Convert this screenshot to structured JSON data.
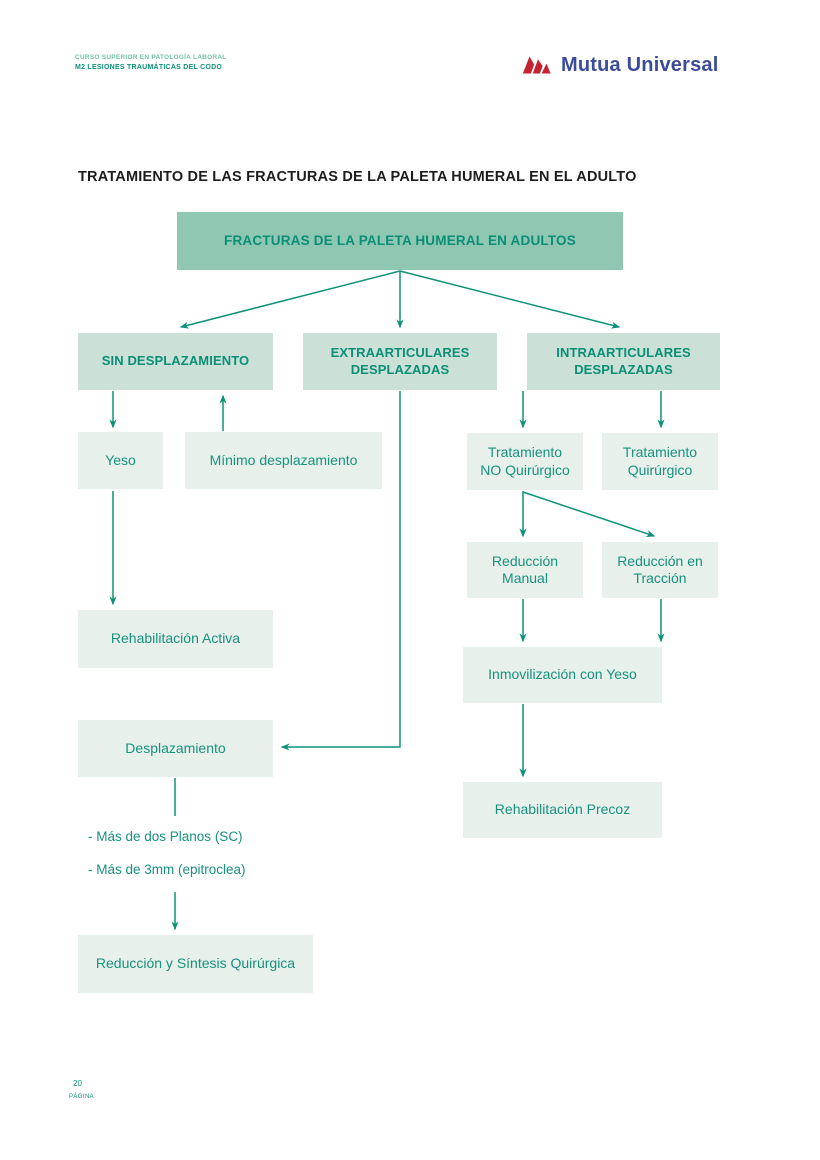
{
  "header": {
    "course_line1": "CURSO SUPERIOR EN PATOLOGÍA LABORAL",
    "course_line2": "M2 LESIONES TRAUMÁTICAS DEL CODO",
    "brand_name": "Mutua Universal"
  },
  "title": "TRATAMIENTO DE LAS FRACTURAS DE LA PALETA HUMERAL EN EL ADULTO",
  "flowchart": {
    "root": "FRACTURAS DE LA PALETA HUMERAL EN ADULTOS",
    "nodes": {
      "sin_desplazamiento": "SIN DESPLAZAMIENTO",
      "extraarticulares_desplazadas": "EXTRAARTICULARES DESPLAZADAS",
      "intraarticulares_desplazadas": "INTRAARTICULARES DESPLAZADAS",
      "yeso": "Yeso",
      "minimo_desplazamiento": "Mínimo desplazamiento",
      "tratamiento_no_quirurgico": "Tratamiento NO Quirúrgico",
      "tratamiento_quirurgico": "Tratamiento Quirúrgico",
      "rehabilitacion_activa": "Rehabilitación Activa",
      "reduccion_manual": "Reducción Manual",
      "reduccion_en_traccion": "Reducción en Tracción",
      "inmovilizacion_con_yeso": "Inmovilización con Yeso",
      "desplazamiento": "Desplazamiento",
      "rehabilitacion_precoz": "Rehabilitación Precoz",
      "reduccion_y_sintesis_quirurgica": "Reducción y Síntesis Quirúrgica"
    },
    "criteria": [
      "- Más de dos Planos (SC)",
      "- Más de 3mm (epitroclea)"
    ]
  },
  "footer": {
    "page_number": "20",
    "page_label": "PÁGINA"
  },
  "colors": {
    "accent_teal": "#0E9277",
    "root_box_bg": "#8FC7B2",
    "level2_box_bg": "#CBE1D8",
    "light_box_bg": "#E7F0EB",
    "brand_blue": "#3B4C9B",
    "brand_red": "#C5212E",
    "title_black": "#1D1D1B"
  }
}
